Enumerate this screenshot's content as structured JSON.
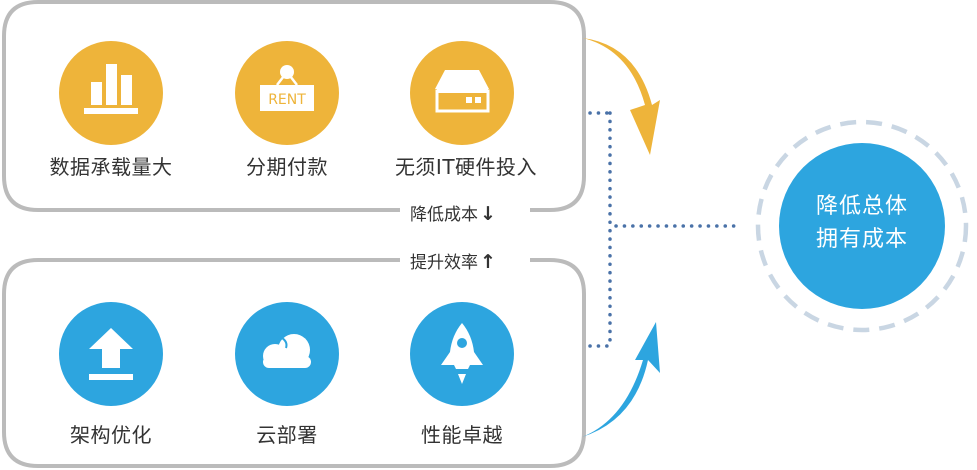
{
  "colors": {
    "cost_accent": "#EEB43A",
    "efficiency_accent": "#2DA5DF",
    "box_border": "#BBBBBB",
    "dotted_line": "#4A72A8",
    "goal_ring": "#C9D6E3",
    "text": "#333333"
  },
  "top_group": {
    "name": "cost-reduction",
    "caption": "降低成本",
    "caption_arrow": "↓",
    "items": [
      {
        "label": "数据承载量大",
        "icon": "bar-chart-icon"
      },
      {
        "label": "分期付款",
        "icon": "rent-sign-icon",
        "icon_text": "RENT"
      },
      {
        "label": "无须IT硬件投入",
        "icon": "server-hardware-icon"
      }
    ]
  },
  "bottom_group": {
    "name": "efficiency-improvement",
    "caption": "提升效率",
    "caption_arrow": "↑",
    "items": [
      {
        "label": "架构优化",
        "icon": "upload-icon"
      },
      {
        "label": "云部署",
        "icon": "cloud-icon"
      },
      {
        "label": "性能卓越",
        "icon": "rocket-icon"
      }
    ]
  },
  "goal": {
    "line1": "降低总体",
    "line2": "拥有成本"
  }
}
